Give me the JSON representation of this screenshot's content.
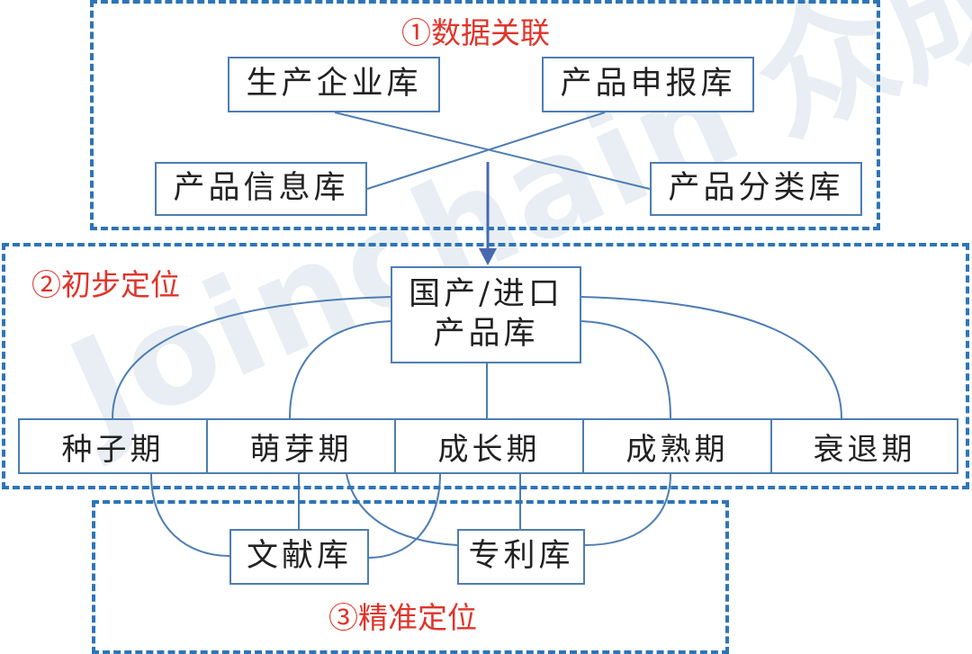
{
  "watermark": {
    "text": "Joinchain",
    "reg": "®",
    "cn": "众成"
  },
  "zones": {
    "association": {
      "title": "①数据关联"
    },
    "initial": {
      "title": "②初步定位"
    },
    "precise": {
      "title": "③精准定位"
    }
  },
  "databases": {
    "enterprise": "生产企业库",
    "registration": "产品申报库",
    "info": "产品信息库",
    "classification": "产品分类库",
    "product_line1": "国产/进口",
    "product_line2": "产品库",
    "literature": "文献库",
    "patent": "专利库"
  },
  "stages": [
    "种子期",
    "萌芽期",
    "成长期",
    "成熟期",
    "衰退期"
  ],
  "colors": {
    "dash": "#2e75b6",
    "line": "#4e7db3",
    "title": "#e0342a",
    "arrow": "#4a68b0"
  }
}
